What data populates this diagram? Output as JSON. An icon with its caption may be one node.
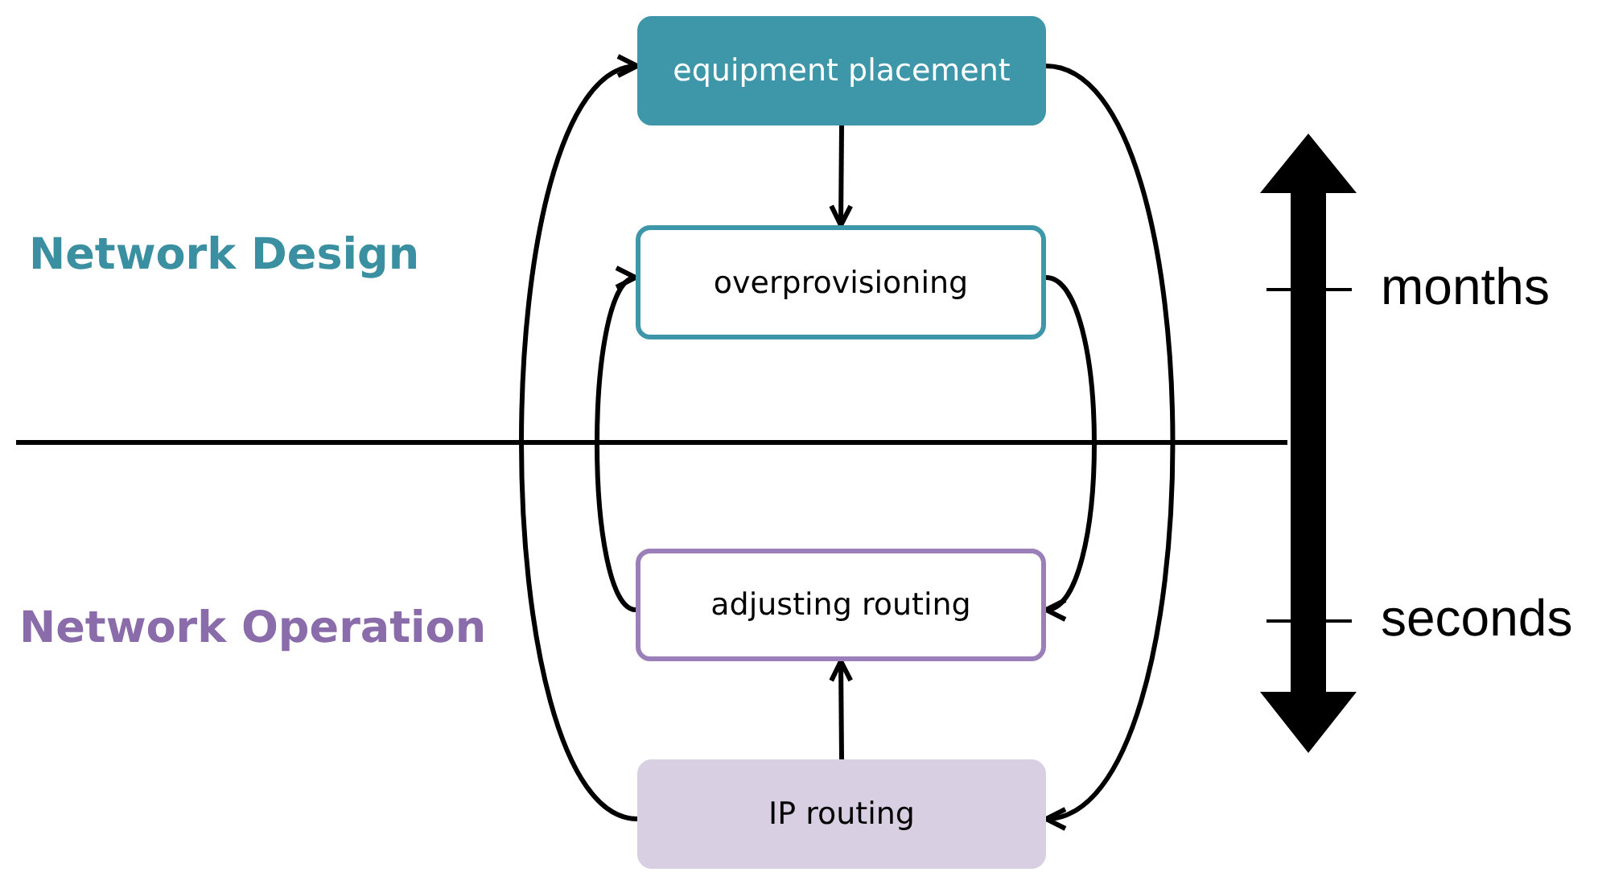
{
  "diagram": {
    "nodes": [
      {
        "text": [
          "equipment placement"
        ]
      },
      {
        "text": [
          "overprovisioning"
        ]
      },
      {
        "text": [
          "adjusting routing"
        ]
      },
      {
        "text": [
          "IP routing"
        ]
      }
    ],
    "edges": [
      {
        "from": 0,
        "to": 1,
        "arrow": "to"
      },
      {
        "from": 3,
        "to": 2,
        "arrow": "to"
      },
      {
        "from": 0,
        "to": 3,
        "arrow": "to"
      },
      {
        "from": 3,
        "to": 0,
        "arrow": "to"
      },
      {
        "from": 1,
        "to": 2,
        "arrow": "to"
      },
      {
        "from": 2,
        "to": 1,
        "arrow": "to"
      }
    ],
    "labels": [
      "Network Design",
      "months",
      "Network Operation",
      "seconds"
    ]
  }
}
